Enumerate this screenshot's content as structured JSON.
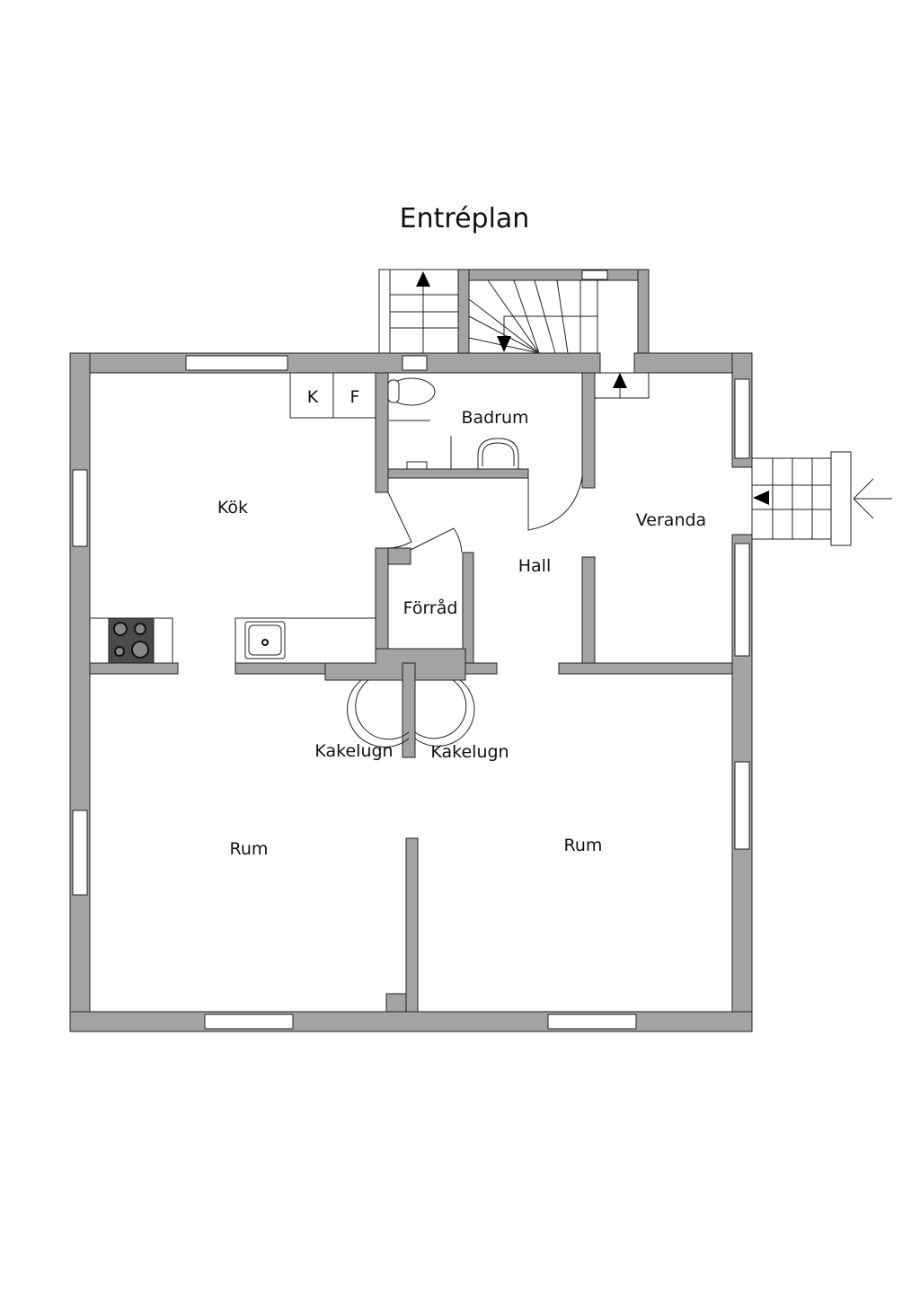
{
  "title": "Entréplan",
  "rooms": {
    "kok": "Kök",
    "badrum": "Badrum",
    "veranda": "Veranda",
    "hall": "Hall",
    "forrad": "Förråd",
    "kakelugn_left": "Kakelugn",
    "kakelugn_right": "Kakelugn",
    "rum_left": "Rum",
    "rum_right": "Rum"
  },
  "appliances": {
    "fridge": "K",
    "freezer": "F"
  },
  "colors": {
    "wall": "#a3a3a3",
    "stove": "#4a4a4a"
  }
}
